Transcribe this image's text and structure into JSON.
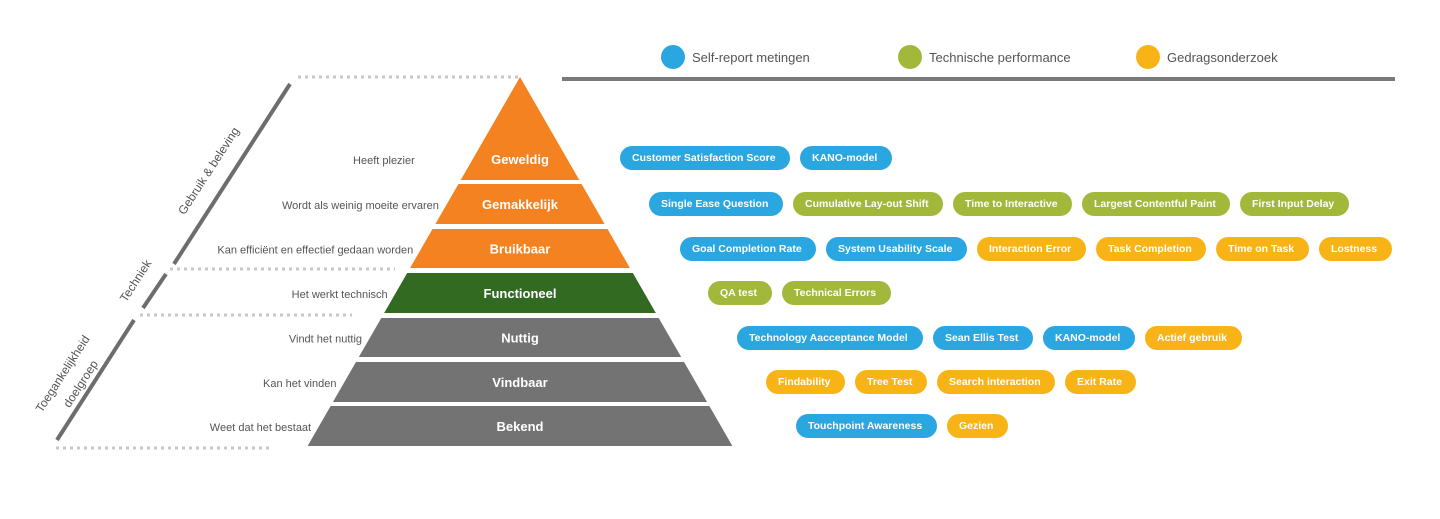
{
  "legend": [
    {
      "label": "Self-report metingen",
      "color": "#2aa7e0"
    },
    {
      "label": "Technische performance",
      "color": "#a1b83a"
    },
    {
      "label": "Gedragsonderzoek",
      "color": "#f8b417"
    }
  ],
  "side_labels": {
    "gebruik": "Gebruik & beleving",
    "techniek": "Techniek",
    "toegankelijkheid_line1": "Toegankelijkheid",
    "toegankelijkheid_line2": "doelgroep"
  },
  "layers": [
    {
      "title": "Geweldig",
      "description": "Heeft plezier",
      "color": "#f58220",
      "metrics": [
        {
          "label": "Customer Satisfaction Score",
          "type": "blue"
        },
        {
          "label": "KANO-model",
          "type": "blue"
        }
      ]
    },
    {
      "title": "Gemakkelijk",
      "description": "Wordt als weinig moeite ervaren",
      "color": "#f58220",
      "metrics": [
        {
          "label": "Single Ease Question",
          "type": "blue"
        },
        {
          "label": "Cumulative Lay-out Shift",
          "type": "green"
        },
        {
          "label": "Time to Interactive",
          "type": "green"
        },
        {
          "label": "Largest Contentful Paint",
          "type": "green"
        },
        {
          "label": "First Input Delay",
          "type": "green"
        }
      ]
    },
    {
      "title": "Bruikbaar",
      "description": "Kan efficiënt en effectief gedaan worden",
      "color": "#f58220",
      "metrics": [
        {
          "label": "Goal Completion Rate",
          "type": "blue"
        },
        {
          "label": "System Usability Scale",
          "type": "blue"
        },
        {
          "label": "Interaction Error",
          "type": "yellow"
        },
        {
          "label": "Task Completion",
          "type": "yellow"
        },
        {
          "label": "Time on Task",
          "type": "yellow"
        },
        {
          "label": "Lostness",
          "type": "yellow"
        }
      ]
    },
    {
      "title": "Functioneel",
      "description": "Het werkt technisch",
      "color": "#336a22",
      "metrics": [
        {
          "label": "QA test",
          "type": "green"
        },
        {
          "label": "Technical Errors",
          "type": "green"
        }
      ]
    },
    {
      "title": "Nuttig",
      "description": "Vindt het nuttig",
      "color": "#737373",
      "metrics": [
        {
          "label": "Technology Aacceptance Model",
          "type": "blue"
        },
        {
          "label": "Sean Ellis Test",
          "type": "blue"
        },
        {
          "label": "KANO-model",
          "type": "blue"
        },
        {
          "label": "Actief gebruik",
          "type": "yellow"
        }
      ]
    },
    {
      "title": "Vindbaar",
      "description": "Kan het vinden",
      "color": "#737373",
      "metrics": [
        {
          "label": "Findability",
          "type": "yellow"
        },
        {
          "label": "Tree Test",
          "type": "yellow"
        },
        {
          "label": "Search interaction",
          "type": "yellow"
        },
        {
          "label": "Exit Rate",
          "type": "yellow"
        }
      ]
    },
    {
      "title": "Bekend",
      "description": "Weet dat het bestaat",
      "color": "#737373",
      "metrics": [
        {
          "label": "Touchpoint Awareness",
          "type": "blue"
        },
        {
          "label": "Gezien",
          "type": "yellow"
        }
      ]
    }
  ]
}
